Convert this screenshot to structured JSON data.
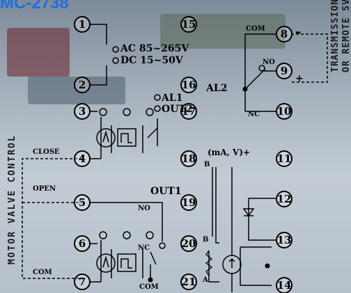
{
  "title": "MC-2738",
  "power": {
    "ac": "AC 85~265V",
    "dc": "DC 15~50V"
  },
  "al2": "AL2",
  "al1": "AL1",
  "out2": "OUT2",
  "out1": "OUT1",
  "contact": {
    "com": "COM",
    "no": "NO",
    "nc": "NC",
    "no_out1": "NO",
    "nc_out1": "NC",
    "com_out1": "COM"
  },
  "valve": {
    "close": "CLOSE",
    "open": "OPEN",
    "com": "COM",
    "vertical": "MOTOR VALVE CONTROL"
  },
  "input": {
    "ma_v": "(mA, V)+",
    "b_top": "B",
    "b_mid": "B",
    "a": "A"
  },
  "transmission": {
    "line1": "TRANSMISSION",
    "line2": "OR REMOTE SV",
    "minus": "-",
    "plus": "+"
  },
  "terminals": [
    "1",
    "2",
    "3",
    "4",
    "5",
    "6",
    "7",
    "8",
    "9",
    "10",
    "11",
    "12",
    "13",
    "14",
    "15",
    "16",
    "17",
    "18",
    "19",
    "20",
    "21"
  ]
}
